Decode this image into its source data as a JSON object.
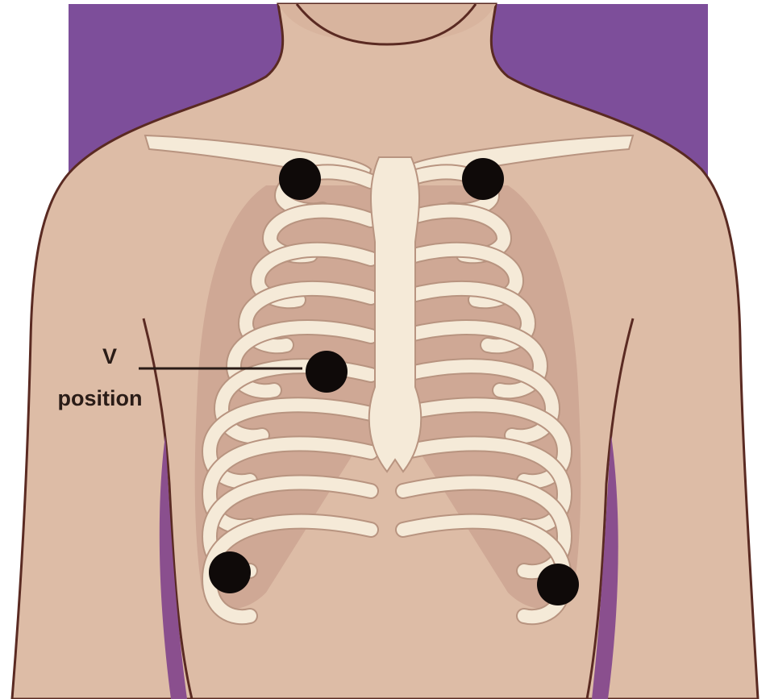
{
  "labels": {
    "v_line1": "V",
    "v_line2": "position"
  },
  "colors": {
    "background": "#ffffff",
    "backdrop": "#7d4e9a",
    "skin": "#ddbca6",
    "skin_shadow": "#c7a08d",
    "outline": "#5a2a22",
    "bone": "#f5ead8",
    "bone_outline": "#b89480",
    "electrode": "#0f0a09",
    "label": "#2a1c17"
  },
  "electrodes": [
    {
      "name": "right-upper-electrode"
    },
    {
      "name": "left-upper-electrode"
    },
    {
      "name": "v-position-electrode"
    },
    {
      "name": "right-lower-electrode"
    },
    {
      "name": "left-lower-electrode"
    }
  ]
}
